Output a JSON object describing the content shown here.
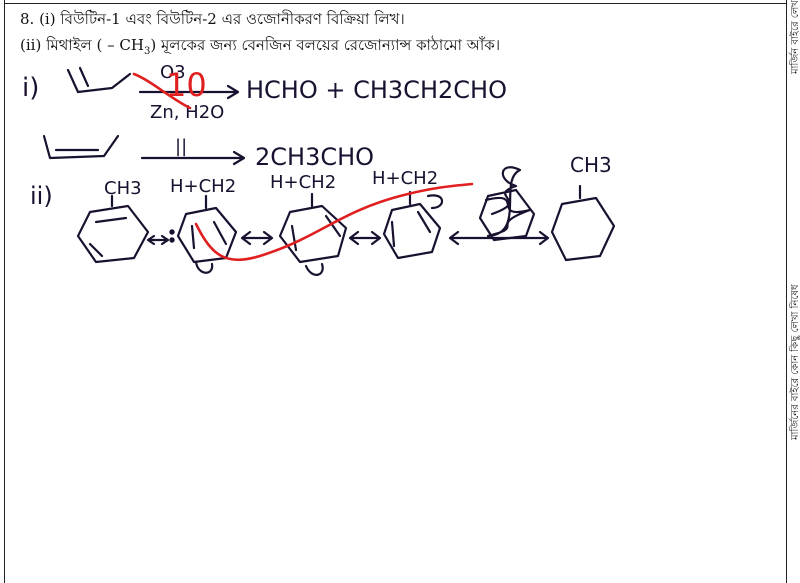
{
  "question": {
    "line1": "8. (i) বিউটিন-1 এবং বিউটিন-2 এর ওজোনীকরণ বিক্রিয়া লিখ।",
    "line2_pre": "(ii) মিথাইল ( – CH",
    "line2_sub": "3",
    "line2_post": ") মূলকের জন্য বেনজিন বলয়ের রেজোন্যান্স কাঠামো আঁক।"
  },
  "side_margin": {
    "top_text": "মার্জিন বাইরে লেখা",
    "bottom_text": "মার্জিনের বাইরে কোন কিছু লেখা নিষেধ"
  },
  "handwriting": {
    "part_i_label": "i)",
    "reagent_top": "O3",
    "reagent_bottom": "Zn, H2O",
    "products_1": "HCHO + CH3CH2CHO",
    "arrow_label_2": "||",
    "products_2": "2CH3CHO",
    "part_ii_label": "ii)",
    "struct_label_1": "CH3",
    "struct_label_2": "H+CH2",
    "struct_label_3": "H+CH2",
    "struct_label_4": "H+CH2",
    "struct_label_6": "CH3"
  },
  "grading": {
    "score_mark": "10",
    "score_color": "#e02020"
  }
}
